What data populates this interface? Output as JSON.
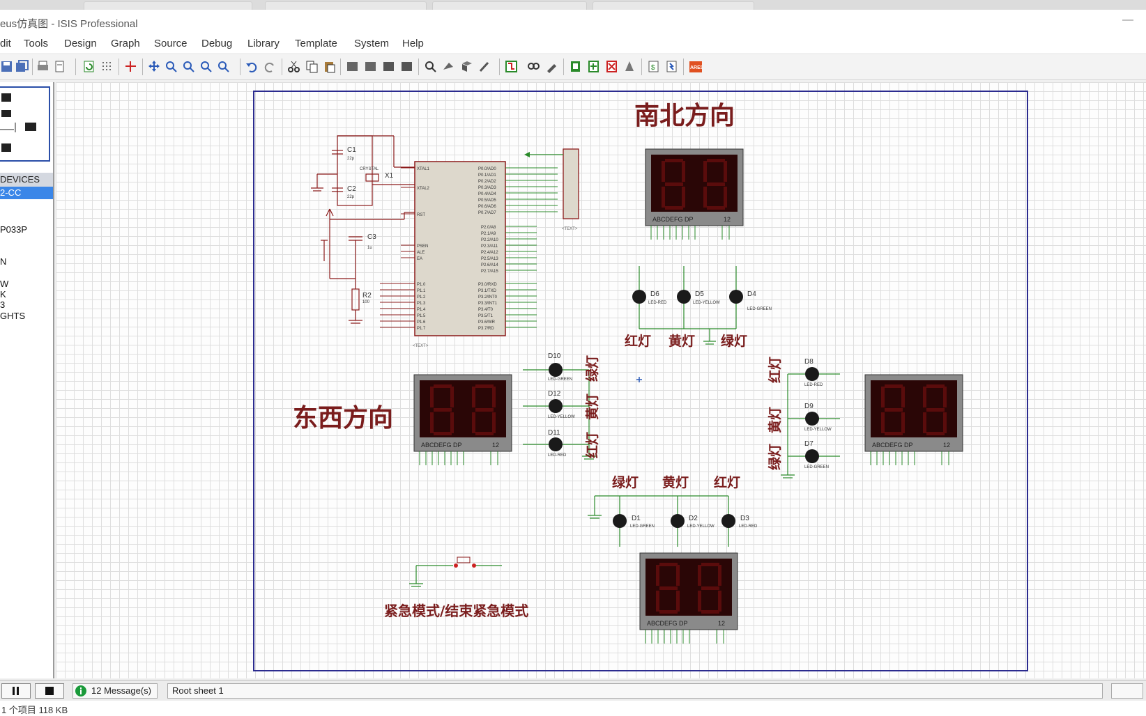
{
  "window": {
    "title": "eus仿真图 - ISIS Professional",
    "minimize": "—"
  },
  "menu": [
    "dit",
    "Tools",
    "Design",
    "Graph",
    "Source",
    "Debug",
    "Library",
    "Template",
    "System",
    "Help"
  ],
  "left_panel": {
    "header": "DEVICES",
    "selected": "2-CC",
    "items": [
      "P033P",
      "N",
      "W",
      "K",
      "3",
      "GHTS"
    ]
  },
  "schematic": {
    "titles": {
      "ns": "南北方向",
      "ew": "东西方向"
    },
    "light_labels": {
      "red": "红灯",
      "yellow": "黄灯",
      "green": "绿灯"
    },
    "emergency": "紧急模式/结束紧急模式",
    "components": {
      "c1": "C1",
      "c2": "C2",
      "c3": "C3",
      "x1": "X1",
      "r2": "R2",
      "crystal": "CRYSTAL",
      "cap_val": "22p",
      "c3_val": "1u",
      "r2_val": "100"
    },
    "leds": {
      "d1": "D1",
      "d2": "D2",
      "d3": "D3",
      "d4": "D4",
      "d5": "D5",
      "d6": "D6",
      "d7": "D7",
      "d8": "D8",
      "d9": "D9",
      "d10": "D10",
      "d11": "D11",
      "d12": "D12"
    },
    "led_types": {
      "red": "LED-RED",
      "yellow": "LED-YELLOW",
      "green": "LED-GREEN"
    },
    "seg_label": "ABCDEFG  DP",
    "seg_num": "12",
    "text_placeholder": "<TEXT>",
    "pins_left": [
      "XTAL1",
      "XTAL2",
      "RST",
      "PSEN",
      "ALE",
      "EA"
    ],
    "pins_p1": [
      "P1.0",
      "P1.1",
      "P1.2",
      "P1.3",
      "P1.4",
      "P1.5",
      "P1.6",
      "P1.7"
    ],
    "pins_p0": [
      "P0.0/AD0",
      "P0.1/AD1",
      "P0.2/AD2",
      "P0.3/AD3",
      "P0.4/AD4",
      "P0.5/AD5",
      "P0.6/AD6",
      "P0.7/AD7"
    ],
    "pins_p2": [
      "P2.0/A8",
      "P2.1/A9",
      "P2.2/A10",
      "P2.3/A11",
      "P2.4/A12",
      "P2.5/A13",
      "P2.6/A14",
      "P2.7/A15"
    ],
    "pins_p3": [
      "P3.0/RXD",
      "P3.1/TXD",
      "P3.2/INT0",
      "P3.3/INT1",
      "P3.4/T0",
      "P3.5/T1",
      "P3.6/WR",
      "P3.7/RD"
    ]
  },
  "status": {
    "messages": "12 Message(s)",
    "sheet": "Root sheet 1"
  },
  "bottom": {
    "items": "1 个项目  118 KB"
  }
}
